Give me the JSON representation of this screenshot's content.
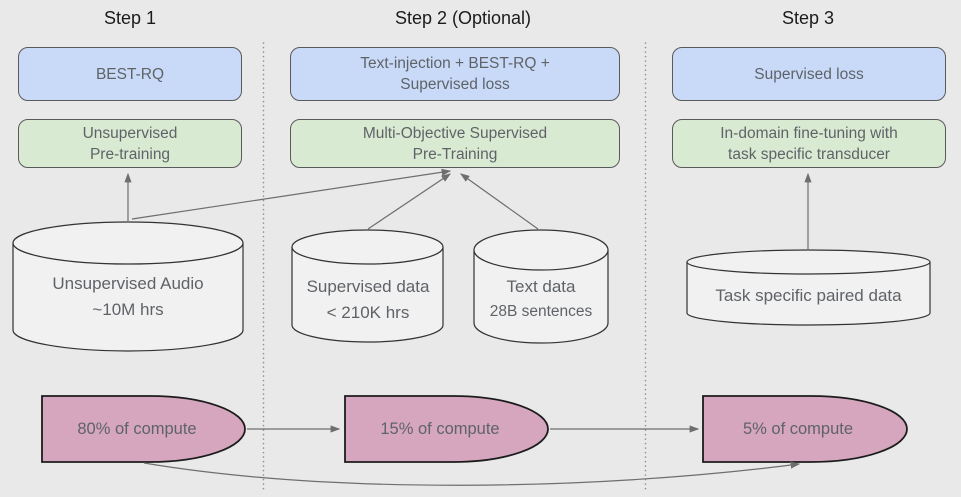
{
  "colors": {
    "bg": "#e9e9e9",
    "blue-fill": "#c9daf8",
    "green-fill": "#d9ead3",
    "pink-fill": "#d5a6bd",
    "cyl-fill": "#f1f1f1",
    "box-border": "#5a5a5a",
    "cyl-border": "#333333",
    "pink-border": "#1c1c1c",
    "line": "#6e6e6e",
    "dot-line": "#8f8f8f",
    "text-dark": "#1b1b1b",
    "text-gray": "#5f6368"
  },
  "columns": [
    {
      "title": "Step 1",
      "loss_box": "BEST-RQ",
      "stage_box": "Unsupervised\nPre-training",
      "compute": "80% of compute"
    },
    {
      "title": "Step 2 (Optional)",
      "loss_box": "Text-injection + BEST-RQ +\nSupervised loss",
      "stage_box": "Multi-Objective Supervised\nPre-Training",
      "compute": "15% of compute"
    },
    {
      "title": "Step 3",
      "loss_box": "Supervised loss",
      "stage_box": "In-domain fine-tuning with\ntask specific transducer",
      "compute": "5% of compute"
    }
  ],
  "data_stores": [
    {
      "line1": "Unsupervised Audio",
      "line2": "~10M hrs"
    },
    {
      "line1": "Supervised data",
      "line2": "< 210K hrs"
    },
    {
      "line1": "Text data",
      "line2": "28B sentences"
    },
    {
      "line1": "Task specific paired data",
      "line2": ""
    }
  ]
}
